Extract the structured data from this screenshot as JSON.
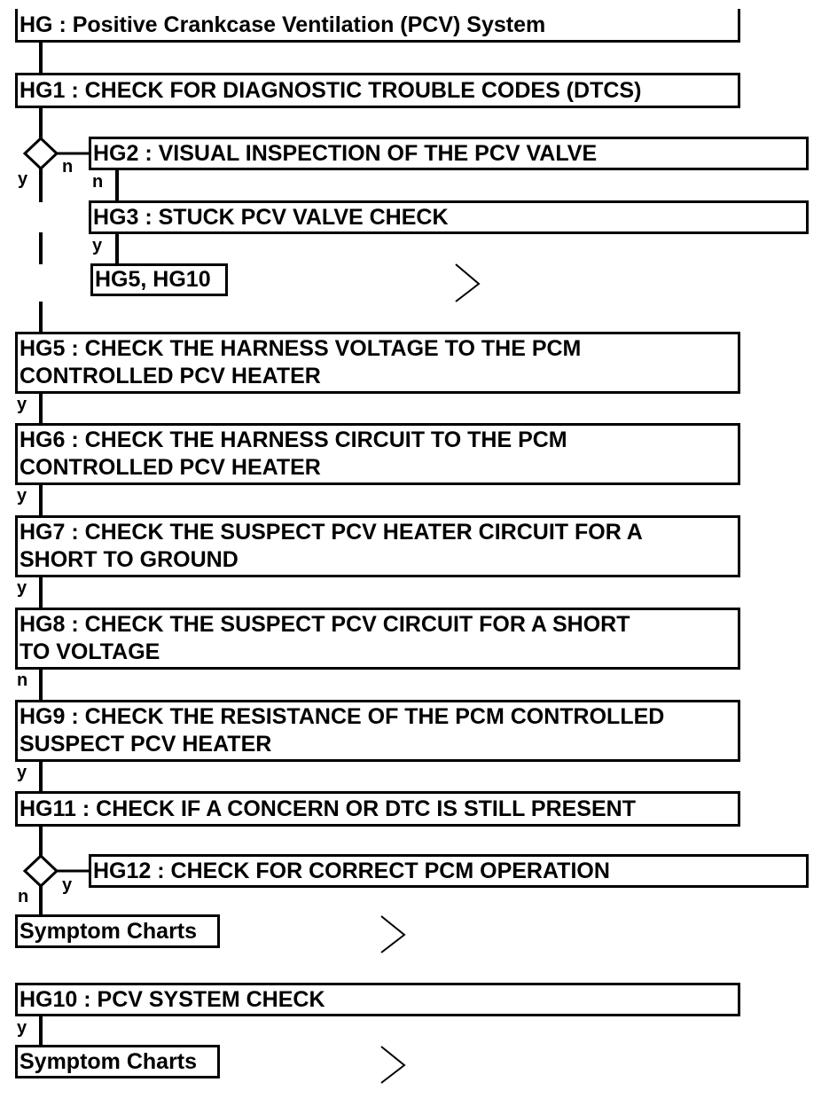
{
  "steps": {
    "hg": "HG : Positive Crankcase Ventilation (PCV) System",
    "hg1": "HG1 : CHECK FOR DIAGNOSTIC TROUBLE CODES (DTCS)",
    "hg2": "HG2 : VISUAL INSPECTION OF THE PCV VALVE",
    "hg3": "HG3 : STUCK PCV VALVE CHECK",
    "hg5_hg10": "HG5, HG10",
    "hg5_l1": "HG5 : CHECK THE HARNESS VOLTAGE TO THE PCM",
    "hg5_l2": "CONTROLLED PCV HEATER",
    "hg6_l1": "HG6 : CHECK THE HARNESS CIRCUIT TO THE PCM",
    "hg6_l2": "CONTROLLED PCV HEATER",
    "hg7_l1": "HG7 : CHECK THE SUSPECT PCV HEATER CIRCUIT FOR A",
    "hg7_l2": "SHORT TO GROUND",
    "hg8_l1": "HG8 : CHECK THE SUSPECT PCV CIRCUIT FOR A SHORT",
    "hg8_l2": "TO VOLTAGE",
    "hg9_l1": "HG9 : CHECK THE RESISTANCE OF THE PCM CONTROLLED",
    "hg9_l2": "SUSPECT PCV HEATER",
    "hg11": "HG11 : CHECK IF A CONCERN OR DTC IS STILL PRESENT",
    "hg12": "HG12 : CHECK FOR CORRECT PCM OPERATION",
    "symptom_1": "Symptom Charts",
    "hg10": "HG10 : PCV SYSTEM CHECK",
    "symptom_2": "Symptom Charts"
  },
  "branch_labels": {
    "d1_y": "y",
    "d1_n": "n",
    "hg2_n": "n",
    "hg3_y": "y",
    "hg5_y": "y",
    "hg6_y": "y",
    "hg7_y": "y",
    "hg8_n": "n",
    "hg9_y": "y",
    "d2_n": "n",
    "d2_y": "y",
    "hg10_y": "y"
  },
  "colors": {
    "ink": "#000000",
    "background": "#ffffff"
  }
}
